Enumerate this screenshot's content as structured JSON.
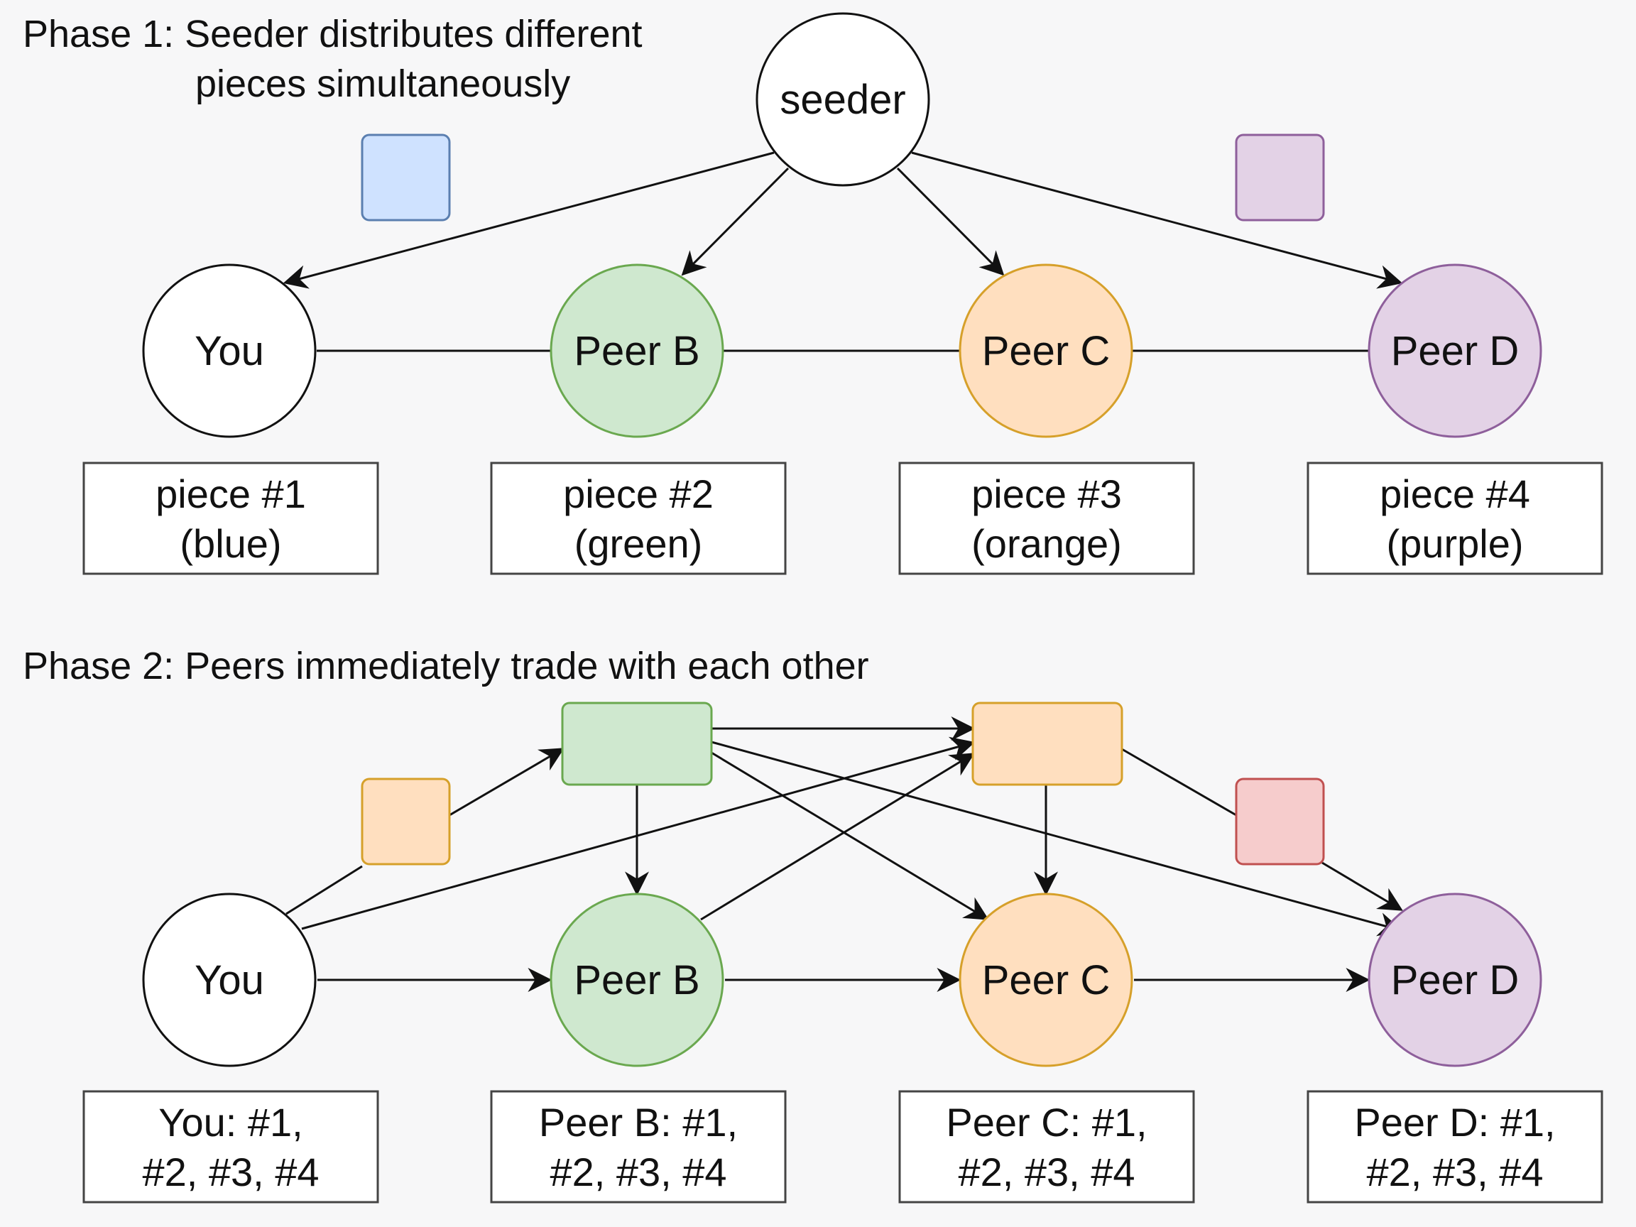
{
  "phase1": {
    "title_line1": "Phase 1: Seeder distributes different",
    "title_line2": "pieces simultaneously",
    "seeder_label": "seeder",
    "nodes": [
      "You",
      "Peer B",
      "Peer C",
      "Peer D"
    ],
    "pieces": [
      {
        "line1": "piece #1",
        "line2": "(blue)"
      },
      {
        "line1": "piece #2",
        "line2": "(green)"
      },
      {
        "line1": "piece #3",
        "line2": "(orange)"
      },
      {
        "line1": "piece #4",
        "line2": "(purple)"
      }
    ]
  },
  "phase2": {
    "title": "Phase 2: Peers immediately trade with each other",
    "nodes": [
      "You",
      "Peer B",
      "Peer C",
      "Peer D"
    ],
    "holdings": [
      {
        "line1": "You: #1,",
        "line2": "#2, #3, #4"
      },
      {
        "line1": "Peer B: #1,",
        "line2": "#2, #3, #4"
      },
      {
        "line1": "Peer C: #1,",
        "line2": "#2, #3, #4"
      },
      {
        "line1": "Peer D: #1,",
        "line2": "#2, #3, #4"
      }
    ]
  },
  "colors": {
    "you_fill": "#ffffff",
    "you_stroke": "#111111",
    "green_fill": "#cfe8cf",
    "green_stroke": "#6aa84f",
    "orange_fill": "#ffdfbf",
    "orange_stroke": "#d6a02a",
    "purple_fill": "#e3d2e6",
    "purple_stroke": "#8e5f9b",
    "blue_fill": "#cfe2ff",
    "blue_stroke": "#5b7fb0",
    "red_fill": "#f6cccc",
    "red_stroke": "#c05050"
  }
}
